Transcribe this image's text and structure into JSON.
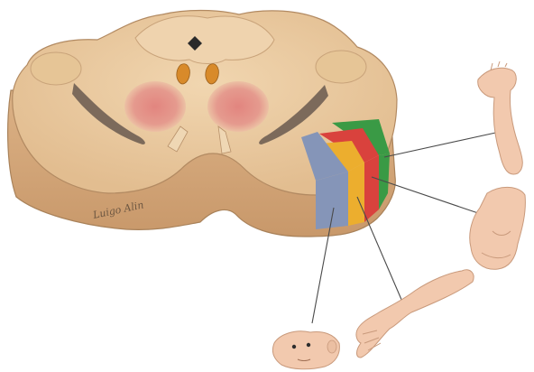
{
  "diagram": {
    "signature": "Luigo Alin",
    "colors": {
      "background": "#ffffff",
      "tissue_top": "#e9caa0",
      "tissue_side": "#d9ad7e",
      "tissue_shadow": "#c79767",
      "outline": "#a9825a",
      "red_nucleus": "#d9807a",
      "band_green": "#3a9a45",
      "band_red": "#d9423d",
      "band_yellow": "#ecae2e",
      "band_blue": "#8595b8",
      "pointer_line": "#4a4a4a",
      "skin": "#f2c9ae"
    },
    "somatotopy": [
      {
        "band": "green",
        "body_part": "foot-leg",
        "icon": "leg-icon"
      },
      {
        "band": "red",
        "body_part": "trunk",
        "icon": "trunk-icon"
      },
      {
        "band": "yellow",
        "body_part": "arm-hand",
        "icon": "arm-icon"
      },
      {
        "band": "blue",
        "body_part": "face",
        "icon": "face-icon"
      }
    ]
  }
}
